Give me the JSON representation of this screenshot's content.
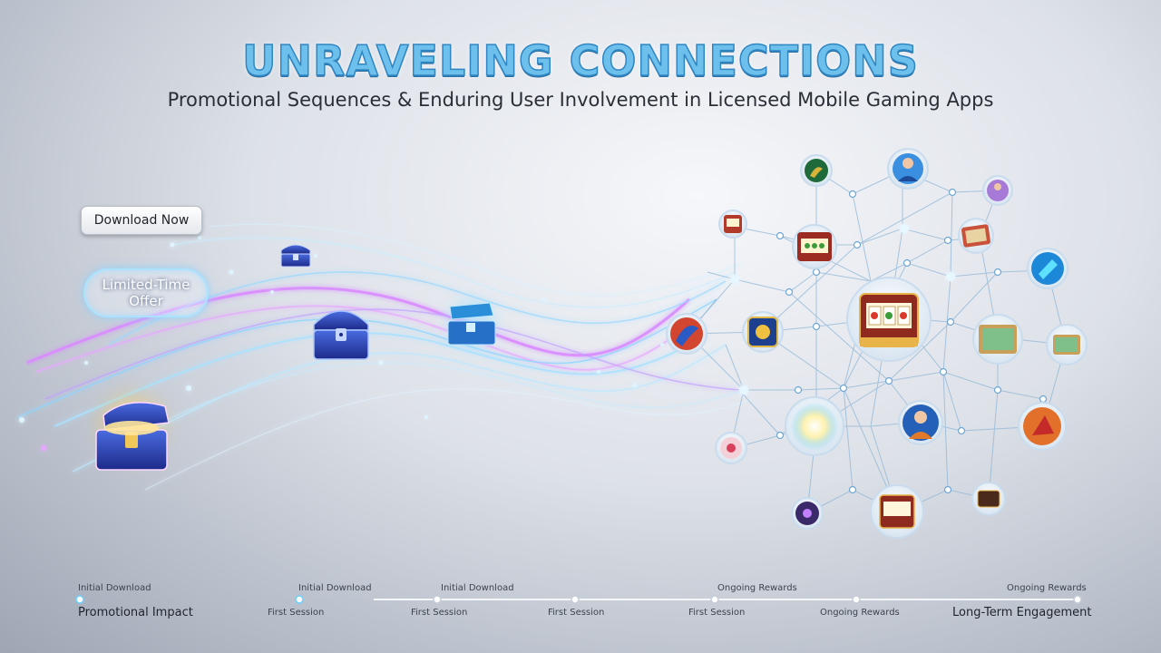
{
  "header": {
    "title": "UNRAVELING CONNECTIONS",
    "subtitle": "Promotional Sequences & Enduring User Involvement in Licensed Mobile Gaming Apps"
  },
  "buttons": {
    "download": "Download Now",
    "offer": "Limited-Time Offer"
  },
  "timeline": {
    "top_labels": [
      "Initial Download",
      "Initial Download",
      "Initial Download",
      "Ongoing Rewards",
      "Ongoing Rewards"
    ],
    "bottom_labels": [
      "Promotional Impact",
      "First Session",
      "First Session",
      "First Session",
      "First Session",
      "Ongoing Rewards",
      "Long-Term Engagement"
    ]
  },
  "colors": {
    "title": "#6ec0ec",
    "stream_blue": "#8fd6ff",
    "stream_pink": "#d98cff",
    "node_glow": "#bfe8ff",
    "chest_blue": "#2a3fa8",
    "timeline_active": "#6ccfff"
  },
  "icons": {
    "chest": "treasure-chest-icon",
    "slot": "slot-machine-icon",
    "avatar": "player-avatar-icon",
    "map": "treasure-map-icon",
    "orb": "glowing-orb-icon"
  }
}
